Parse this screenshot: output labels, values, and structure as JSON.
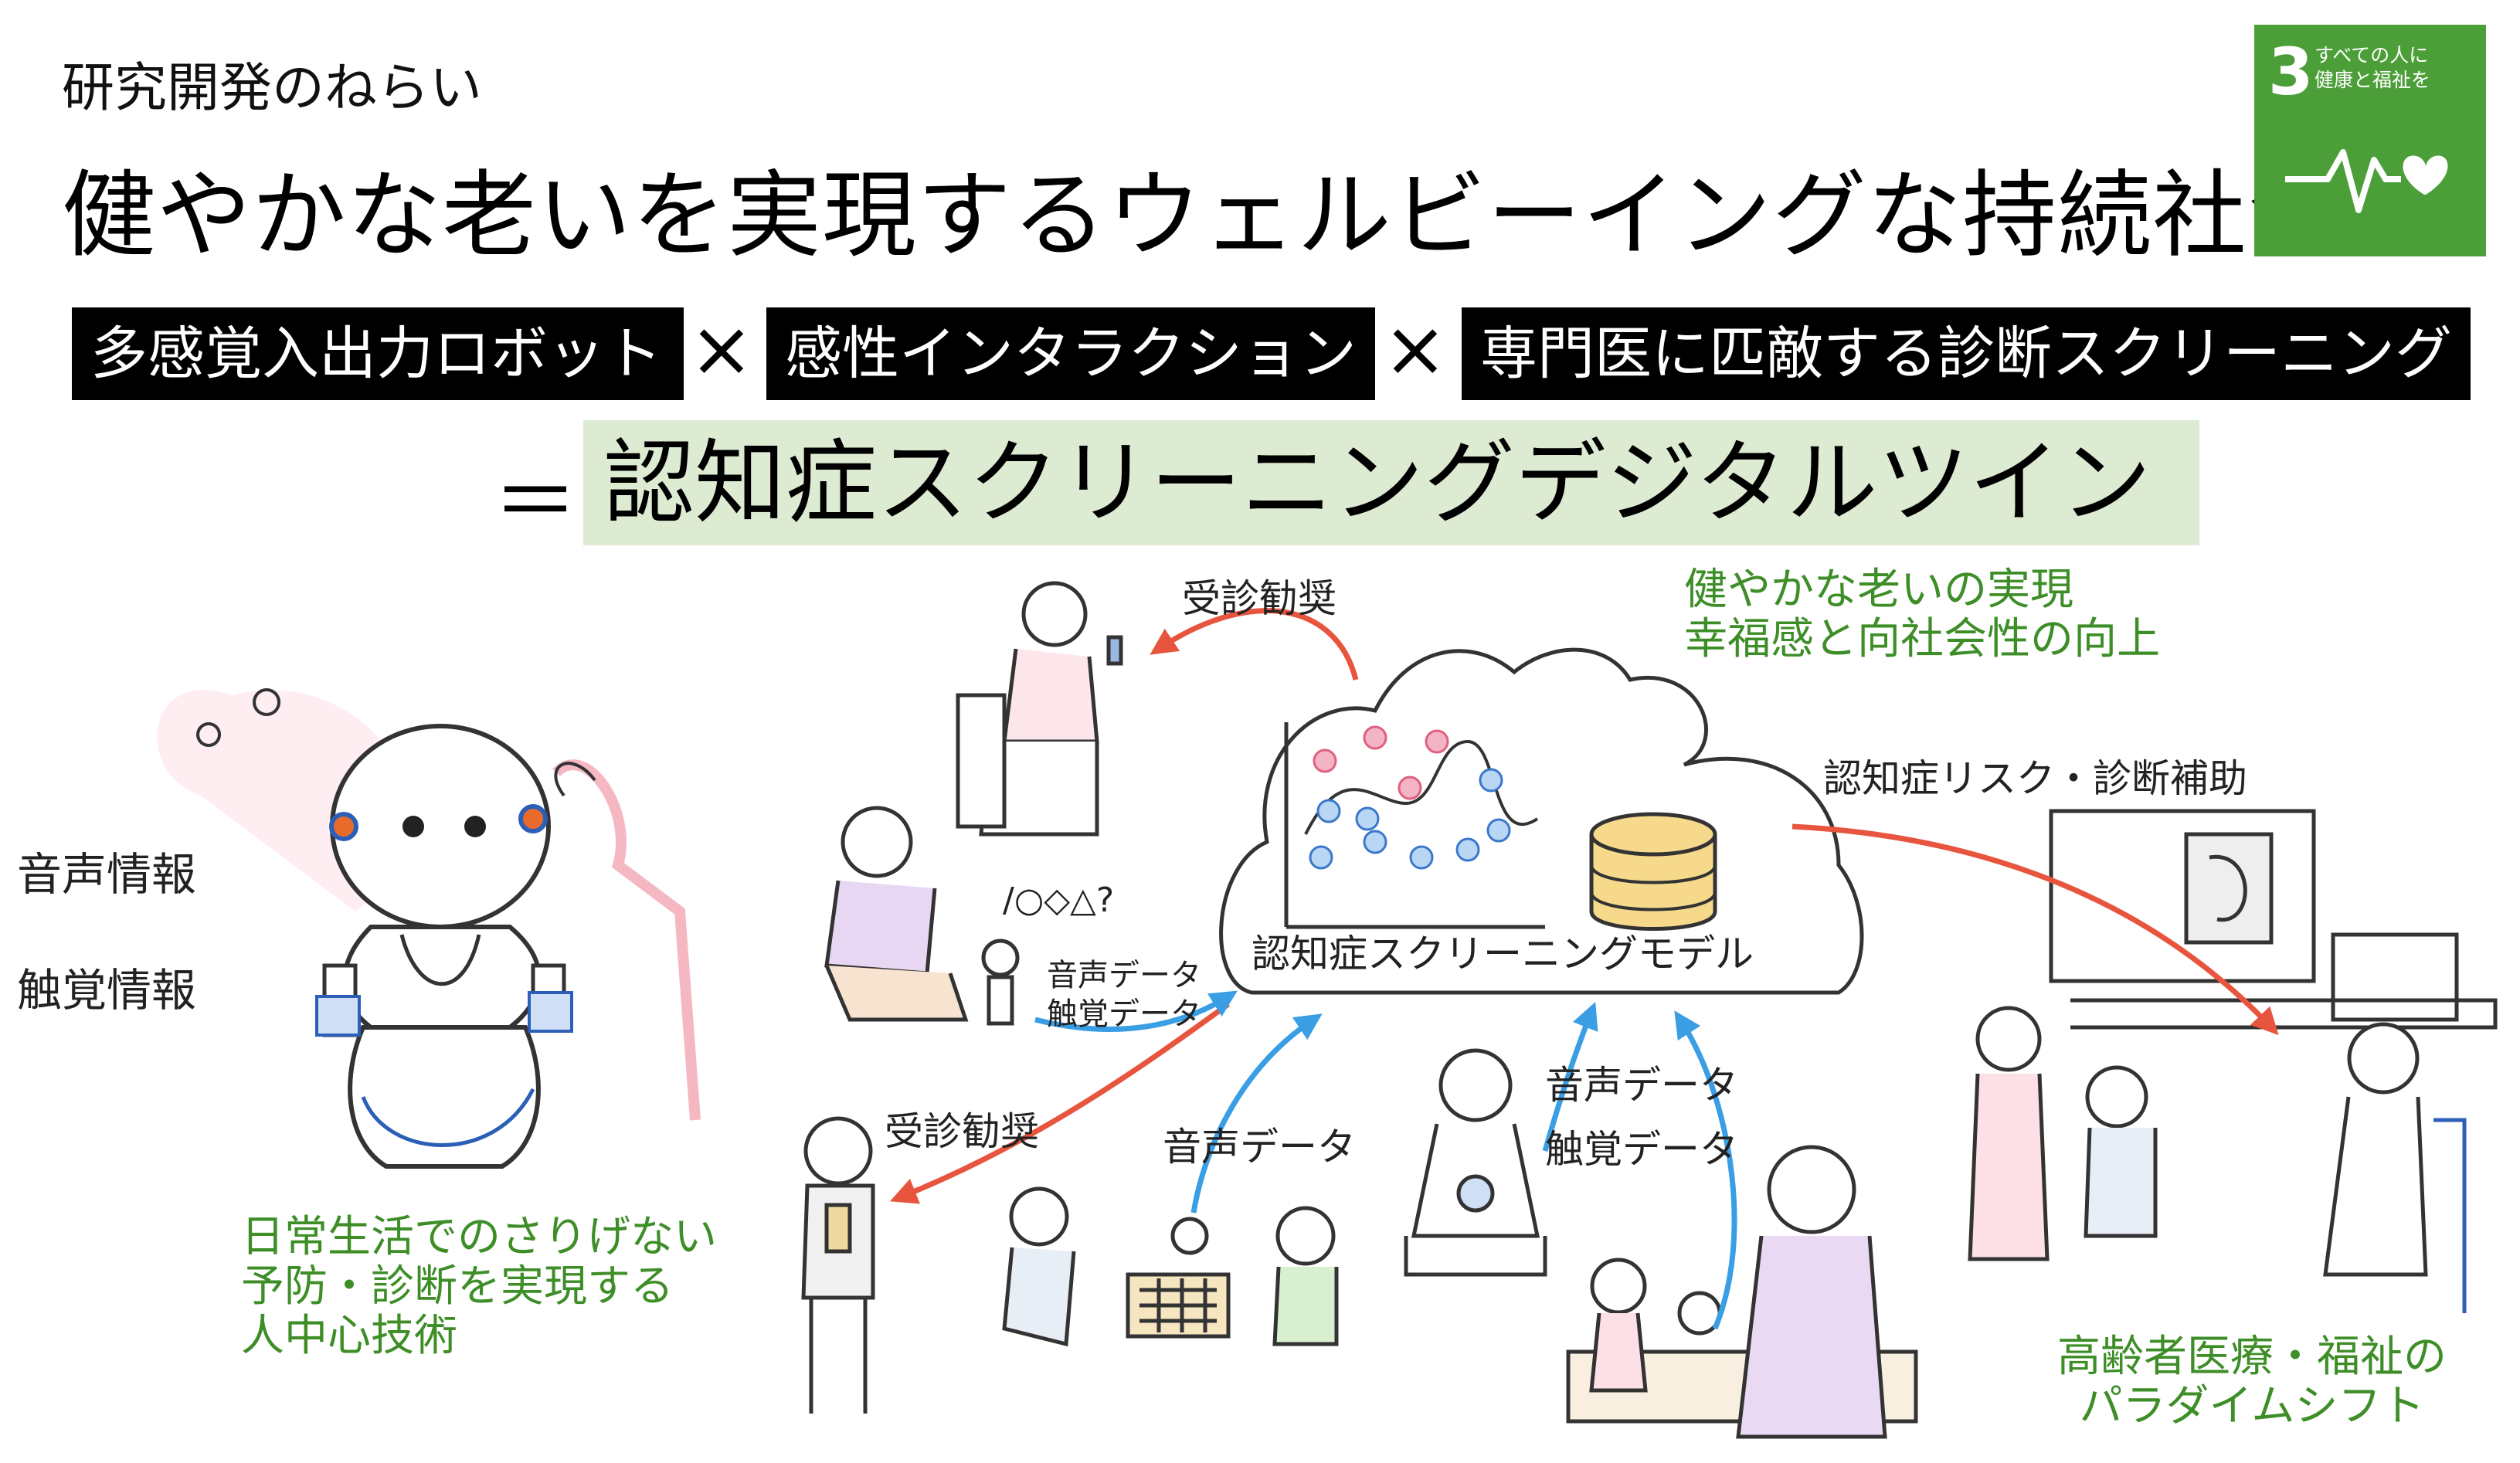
{
  "header": {
    "subtitle": "研究開発のねらい",
    "title": "健やかな老いを実現するウェルビーイングな持続社会"
  },
  "sdg": {
    "number": "3",
    "label_line1": "すべての人に",
    "label_line2": "健康と福祉を",
    "color": "#4c9f38"
  },
  "formula": {
    "term1": "多感覚入出力ロボット",
    "term2": "感性インタラクション",
    "term3": "専門医に匹敵する診断スクリーニング",
    "times": "×",
    "equals": "＝",
    "result": "認知症スクリーニングデジタルツイン",
    "result_bg": "#dcebd1"
  },
  "diagram": {
    "voice_info": "音声情報",
    "touch_info": "触覚情報",
    "daily_life": [
      "日常生活でのさりげない",
      "予防・診断を実現する",
      "人中心技術"
    ],
    "consult_top": "受診勧奨",
    "consult_bottom": "受診勧奨",
    "shapes_text": "/○◇△?",
    "voice_data_small": "音声データ",
    "touch_data_small": "触覚データ",
    "voice_data_mid": "音声データ",
    "voice_data_right": "音声データ",
    "touch_data_right": "触覚データ",
    "model_label": "認知症スクリーニングモデル",
    "healthy_aging": [
      "健やかな老いの実現",
      "幸福感と向社会性の向上"
    ],
    "risk_label": "認知症リスク・診断補助",
    "paradigm": [
      "高齢者医療・福祉の",
      "パラダイムシフト"
    ],
    "arrow_red": "#e8553e",
    "arrow_blue": "#3a9ee4",
    "accent_green": "#3e8e28"
  }
}
